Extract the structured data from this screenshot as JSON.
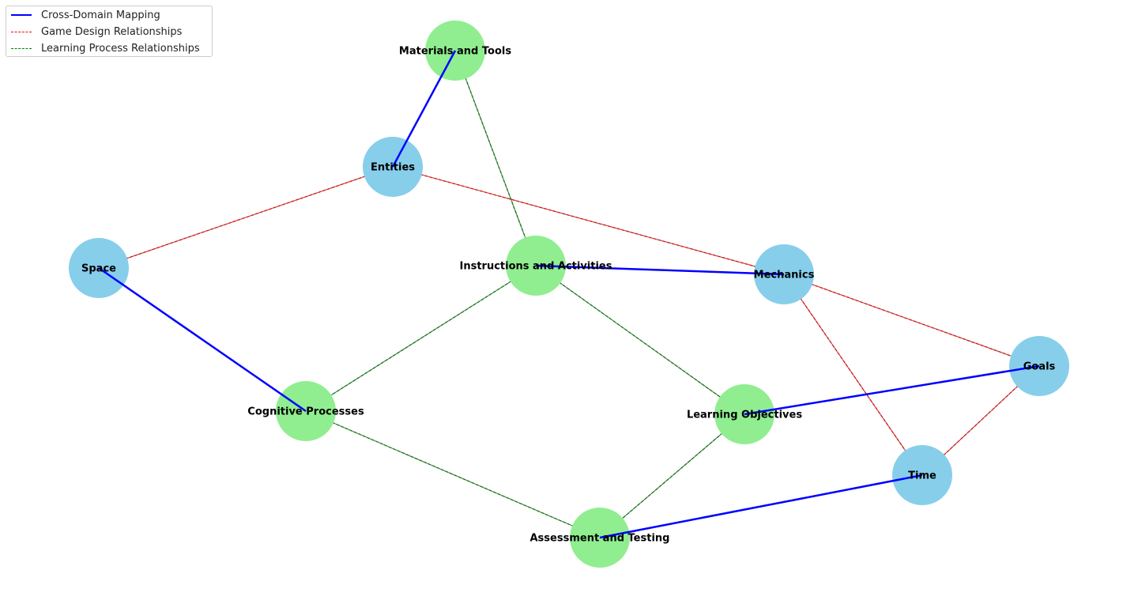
{
  "legend": {
    "items": [
      {
        "label": "Cross-Domain Mapping",
        "kind": "cross",
        "color": "#0000ff",
        "style": "solid"
      },
      {
        "label": "Game Design Relationships",
        "kind": "game",
        "color": "#ff0000",
        "style": "dashed"
      },
      {
        "label": "Learning Process Relationships",
        "kind": "learning",
        "color": "#008000",
        "style": "dashed"
      }
    ]
  },
  "colors": {
    "game_node": "#87ceeb",
    "learning_node": "#90ee90",
    "cross": "#0000ff",
    "game": "#ff0000",
    "learning": "#008000",
    "underlay": "#808080"
  },
  "nodes": [
    {
      "id": "materials",
      "label": "Materials and Tools",
      "group": "learning"
    },
    {
      "id": "entities",
      "label": "Entities",
      "group": "game"
    },
    {
      "id": "space",
      "label": "Space",
      "group": "game"
    },
    {
      "id": "instructions",
      "label": "Instructions and Activities",
      "group": "learning"
    },
    {
      "id": "mechanics",
      "label": "Mechanics",
      "group": "game"
    },
    {
      "id": "goals",
      "label": "Goals",
      "group": "game"
    },
    {
      "id": "cognitive",
      "label": "Cognitive Processes",
      "group": "learning"
    },
    {
      "id": "objectives",
      "label": "Learning Objectives",
      "group": "learning"
    },
    {
      "id": "time",
      "label": "Time",
      "group": "game"
    },
    {
      "id": "assessment",
      "label": "Assessment and Testing",
      "group": "learning"
    }
  ],
  "edges": [
    {
      "source": "entities",
      "target": "space",
      "kind": "game"
    },
    {
      "source": "entities",
      "target": "mechanics",
      "kind": "game"
    },
    {
      "source": "mechanics",
      "target": "goals",
      "kind": "game"
    },
    {
      "source": "mechanics",
      "target": "time",
      "kind": "game"
    },
    {
      "source": "goals",
      "target": "time",
      "kind": "game"
    },
    {
      "source": "materials",
      "target": "instructions",
      "kind": "learning"
    },
    {
      "source": "instructions",
      "target": "cognitive",
      "kind": "learning"
    },
    {
      "source": "instructions",
      "target": "objectives",
      "kind": "learning"
    },
    {
      "source": "cognitive",
      "target": "assessment",
      "kind": "learning"
    },
    {
      "source": "objectives",
      "target": "assessment",
      "kind": "learning"
    },
    {
      "source": "materials",
      "target": "entities",
      "kind": "cross"
    },
    {
      "source": "space",
      "target": "cognitive",
      "kind": "cross"
    },
    {
      "source": "instructions",
      "target": "mechanics",
      "kind": "cross"
    },
    {
      "source": "objectives",
      "target": "goals",
      "kind": "cross"
    },
    {
      "source": "assessment",
      "target": "time",
      "kind": "cross"
    }
  ]
}
